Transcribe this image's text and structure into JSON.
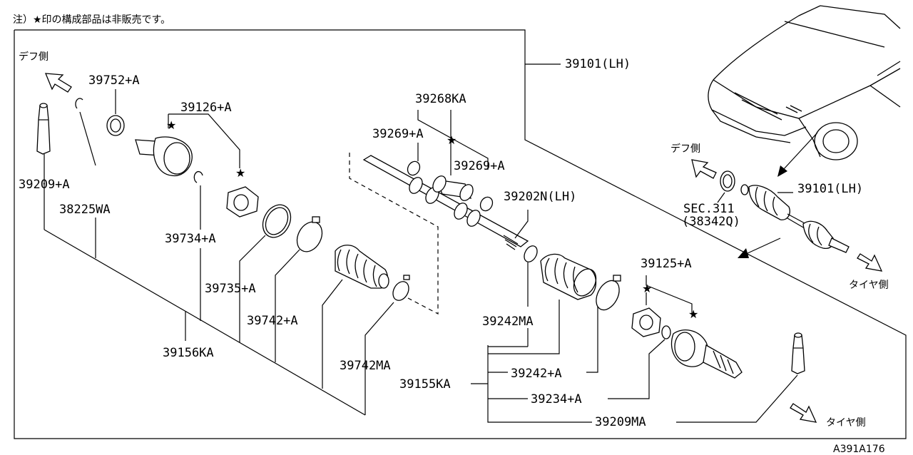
{
  "header": {
    "note": "注）★印の構成部品は非販売です。"
  },
  "diagram_code": "A391A176",
  "side_labels": {
    "diff_left": "デフ側",
    "diff_right": "デフ側",
    "tire_right": "タイヤ側",
    "tire_bottom": "タイヤ側"
  },
  "parts": {
    "p39101_lh_top": "39101(LH)",
    "p39752": "39752+A",
    "p39126": "39126+A",
    "p39209": "39209+A",
    "p38225": "38225WA",
    "p39734": "39734+A",
    "p39735": "39735+A",
    "p39742a": "39742+A",
    "p39156": "39156KA",
    "p39742ma": "39742MA",
    "p39268": "39268KA",
    "p39269_left": "39269+A",
    "p39269_right": "39269+A",
    "p39202": "39202N(LH)",
    "p39242ma": "39242MA",
    "p39155": "39155KA",
    "p39242a": "39242+A",
    "p39234": "39234+A",
    "p39209ma": "39209MA",
    "p39125": "39125+A",
    "p39101_lh_right": "39101(LH)",
    "sec311": "SEC.311",
    "p38342q": "(38342Q)"
  },
  "marker_symbol": "★"
}
